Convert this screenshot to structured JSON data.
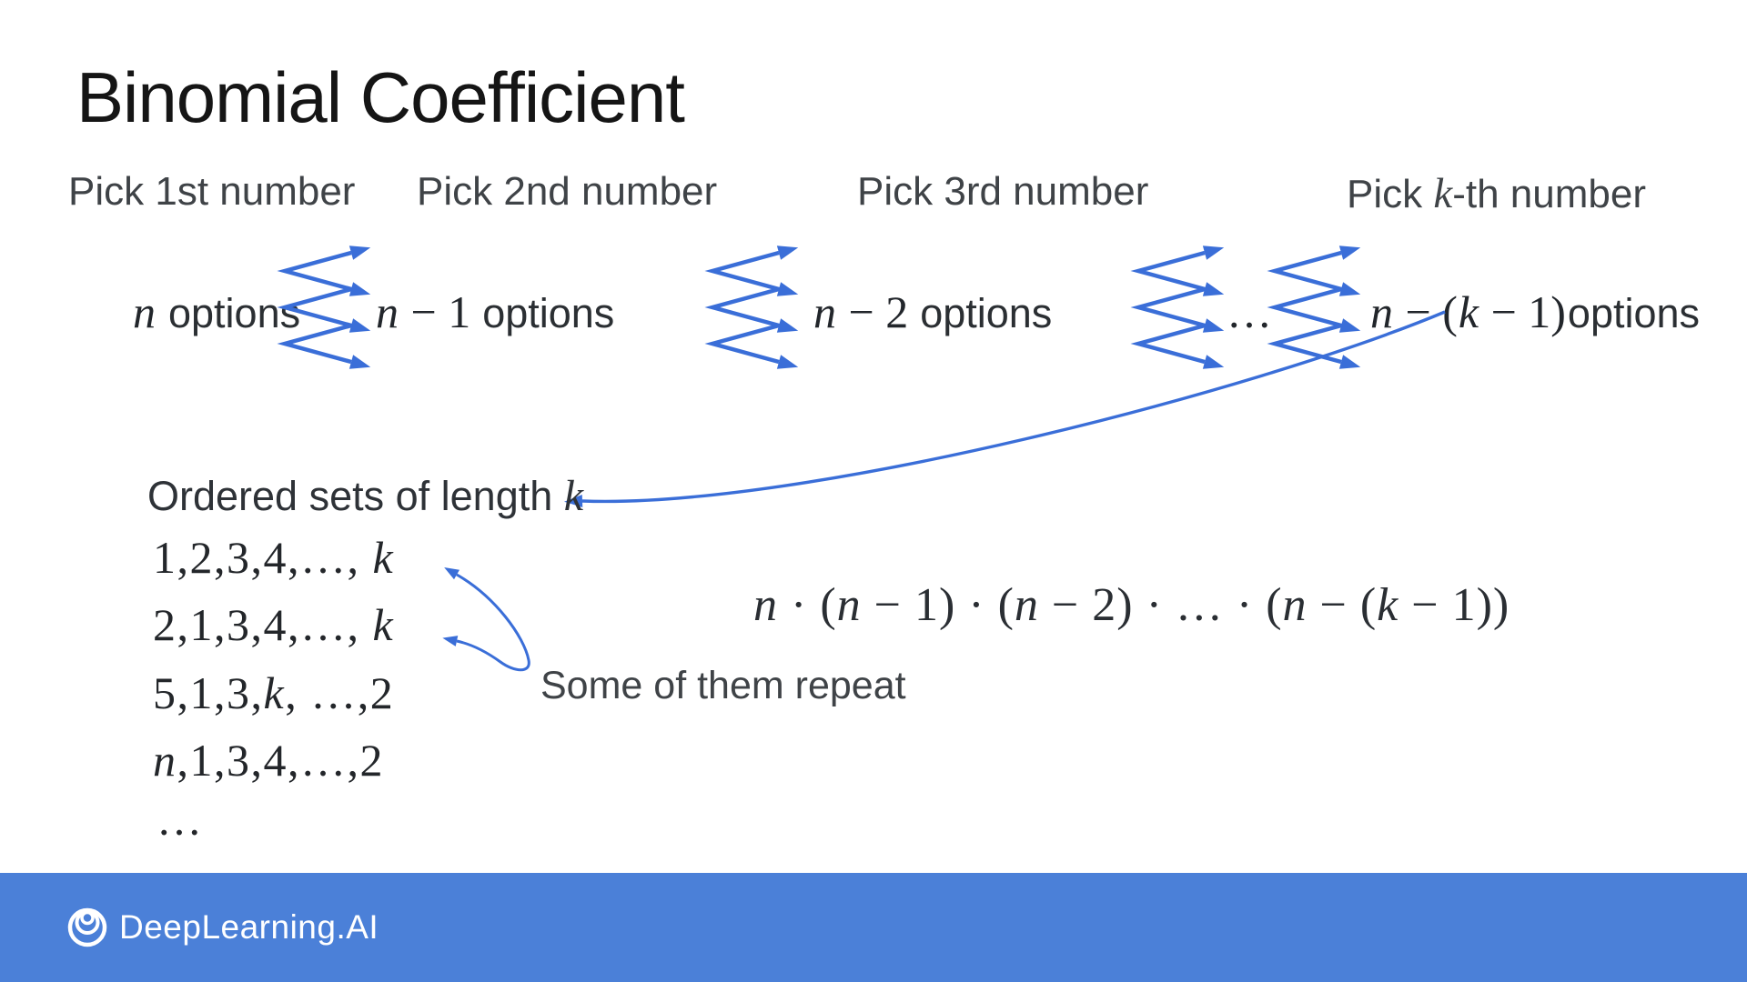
{
  "slide": {
    "title": "Binomial Coefficient",
    "columns": [
      {
        "label": "Pick 1st number",
        "math": "n",
        "unit": "options"
      },
      {
        "label": "Pick 2nd number",
        "math": "n − 1",
        "unit": "options"
      },
      {
        "label": "Pick 3rd number",
        "math": "n − 2",
        "unit": "options"
      },
      {
        "label_pre": "Pick ",
        "label_var": "k",
        "label_post": "-th number",
        "math": "n − (k − 1)",
        "unit": "options"
      }
    ],
    "between_ellipsis": "…",
    "ordered_sets_label": {
      "text": "Ordered sets of length ",
      "var": "k"
    },
    "sequences": [
      "1,2,3,4,…, k",
      "2,1,3,4,…, k",
      "5,1,3,k, …,2",
      "n,1,3,4,…,2",
      "…"
    ],
    "repeat_note": "Some of them repeat",
    "formula": "n · (n − 1) · (n − 2) · … · (n − (k − 1))"
  },
  "footer": {
    "brand": "DeepLearning.AI"
  },
  "colors": {
    "arrow_blue": "#3a6ed8",
    "footer_bar": "#4b80d8",
    "title_text": "#151515",
    "label_text": "#3f4347"
  }
}
